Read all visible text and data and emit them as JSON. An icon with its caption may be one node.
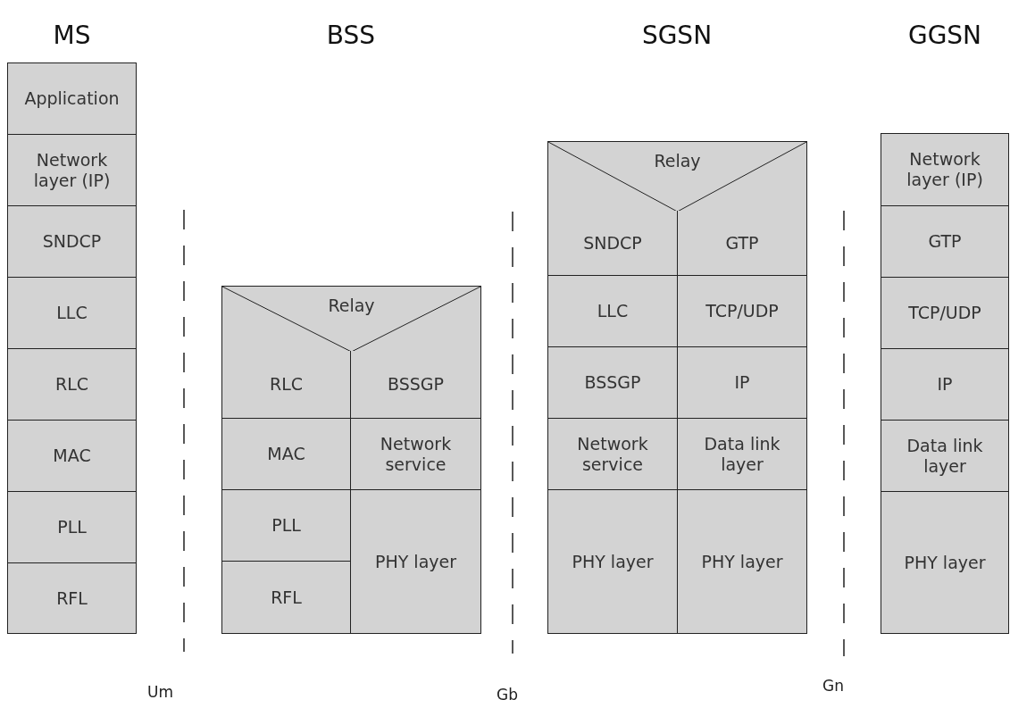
{
  "diagram": {
    "nodes": [
      {
        "text": [
          "MS"
        ]
      },
      {
        "text": [
          "Application"
        ],
        "in": 0
      },
      {
        "text": [
          "Network layer (IP)"
        ],
        "in": 0
      },
      {
        "text": [
          "SNDCP"
        ],
        "in": 0
      },
      {
        "text": [
          "LLC"
        ],
        "in": 0
      },
      {
        "text": [
          "RLC"
        ],
        "in": 0
      },
      {
        "text": [
          "MAC"
        ],
        "in": 0
      },
      {
        "text": [
          "PLL"
        ],
        "in": 0
      },
      {
        "text": [
          "RFL"
        ],
        "in": 0
      },
      {
        "text": [
          "BSS"
        ]
      },
      {
        "text": [
          "Relay"
        ],
        "in": 9
      },
      {
        "text": [
          "RLC"
        ],
        "in": 9
      },
      {
        "text": [
          "BSSGP"
        ],
        "in": 9
      },
      {
        "text": [
          "MAC"
        ],
        "in": 9
      },
      {
        "text": [
          "Network service"
        ],
        "in": 9
      },
      {
        "text": [
          "PLL"
        ],
        "in": 9
      },
      {
        "text": [
          "PHY layer"
        ],
        "in": 9
      },
      {
        "text": [
          "RFL"
        ],
        "in": 9
      },
      {
        "text": [
          "SGSN"
        ]
      },
      {
        "text": [
          "Relay"
        ],
        "in": 18
      },
      {
        "text": [
          "SNDCP"
        ],
        "in": 18
      },
      {
        "text": [
          "GTP"
        ],
        "in": 18
      },
      {
        "text": [
          "LLC"
        ],
        "in": 18
      },
      {
        "text": [
          "TCP/UDP"
        ],
        "in": 18
      },
      {
        "text": [
          "BSSGP"
        ],
        "in": 18
      },
      {
        "text": [
          "IP"
        ],
        "in": 18
      },
      {
        "text": [
          "Network service"
        ],
        "in": 18
      },
      {
        "text": [
          "Data link layer"
        ],
        "in": 18
      },
      {
        "text": [
          "PHY layer"
        ],
        "in": 18
      },
      {
        "text": [
          "PHY layer"
        ],
        "in": 18
      },
      {
        "text": [
          "GGSN"
        ]
      },
      {
        "text": [
          "Network layer (IP)"
        ],
        "in": 30
      },
      {
        "text": [
          "GTP"
        ],
        "in": 30
      },
      {
        "text": [
          "TCP/UDP"
        ],
        "in": 30
      },
      {
        "text": [
          "IP"
        ],
        "in": 30
      },
      {
        "text": [
          "Data link layer"
        ],
        "in": 30
      },
      {
        "text": [
          "PHY layer"
        ],
        "in": 30
      }
    ],
    "labels": [
      "Um",
      "Gb",
      "Gn"
    ]
  }
}
